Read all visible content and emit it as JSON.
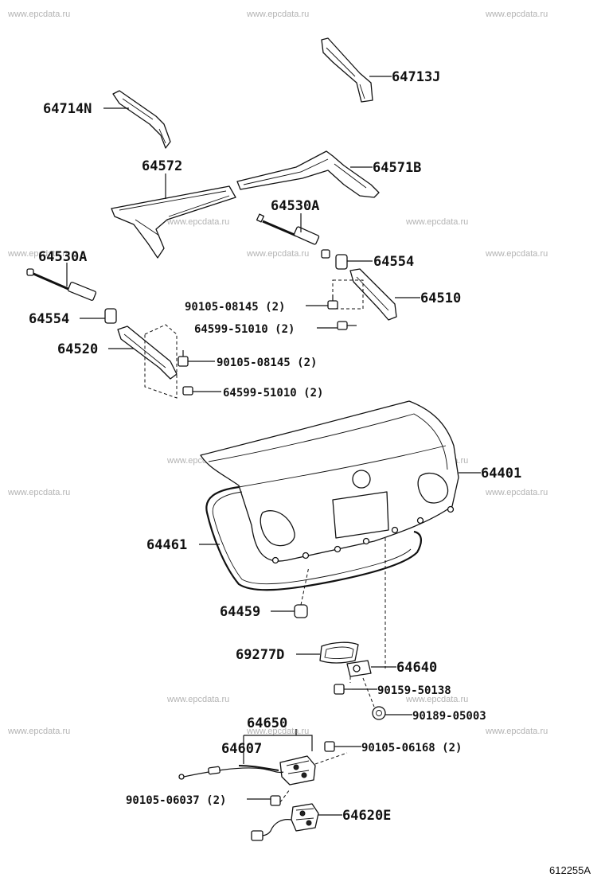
{
  "watermark": "www.epcdata.ru",
  "reference_code": "612255A",
  "labels": {
    "p64713J": "64713J",
    "p64714N": "64714N",
    "p64572": "64572",
    "p64571B": "64571B",
    "p64530A_r": "64530A",
    "p64530A_l": "64530A",
    "p64554_r": "64554",
    "p64554_l": "64554",
    "p64510": "64510",
    "p64520": "64520",
    "p90105_08145_r": "90105-08145 (2)",
    "p64599_51010_r": "64599-51010 (2)",
    "p90105_08145_l": "90105-08145 (2)",
    "p64599_51010_l": "64599-51010 (2)",
    "p64401": "64401",
    "p64461": "64461",
    "p64459": "64459",
    "p69277D": "69277D",
    "p64640": "64640",
    "p90159_50138": "90159-50138",
    "p90189_05003": "90189-05003",
    "p64650": "64650",
    "p64607": "64607",
    "p90105_06168": "90105-06168 (2)",
    "p90105_06037": "90105-06037 (2)",
    "p64620E": "64620E"
  }
}
